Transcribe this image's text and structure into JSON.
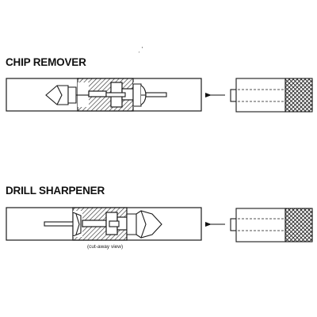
{
  "figure": {
    "top_marks": "ˏ          '",
    "sections": [
      {
        "id": "chip-remover",
        "title": "CHIP REMOVER"
      },
      {
        "id": "drill-sharpener",
        "title": "DRILL SHARPENER"
      }
    ],
    "caption": "(cut-away view)",
    "colors": {
      "line": "#1a1a1a",
      "hatch": "#333333",
      "background": "#ffffff"
    },
    "icons": [
      "arrow-left-icon",
      "knurled-cap-icon",
      "drill-bit-icon",
      "cutter-icon"
    ]
  }
}
